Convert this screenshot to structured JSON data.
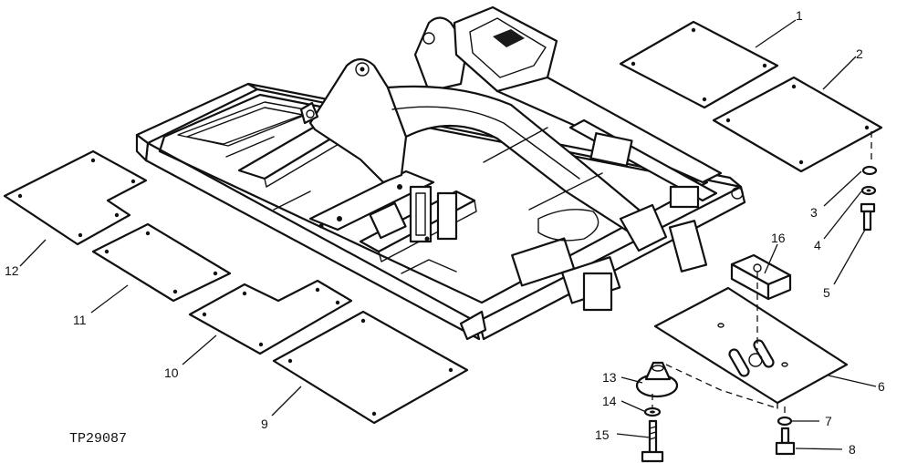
{
  "figure_id": "TP29087",
  "callouts": {
    "c1": "1",
    "c2": "2",
    "c3": "3",
    "c4": "4",
    "c5": "5",
    "c6": "6",
    "c7": "7",
    "c8": "8",
    "c9": "9",
    "c10": "10",
    "c11": "11",
    "c12": "12",
    "c13": "13",
    "c14": "14",
    "c15": "15",
    "c16": "16"
  }
}
